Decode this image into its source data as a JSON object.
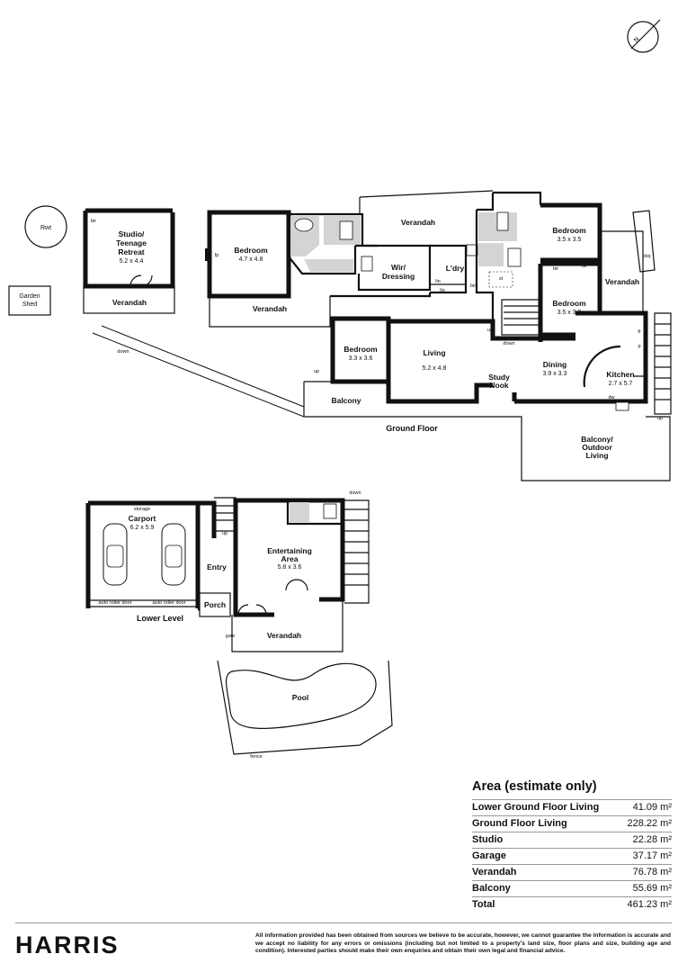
{
  "rooms": {
    "rwt": "Rwt",
    "garden_shed_1": "Garden",
    "garden_shed_2": "Shed",
    "studio_1": "Studio/",
    "studio_2": "Teenage",
    "studio_3": "Retreat",
    "studio_dim": "5.2 x 4.4",
    "studio_verandah": "Verandah",
    "bedroom_main": "Bedroom",
    "bedroom_main_dim": "4.7 x 4.8",
    "verandah_top": "Verandah",
    "verandah_mid": "Verandah",
    "verandah_right": "Verandah",
    "wir_1": "Wir/",
    "wir_2": "Dressing",
    "ldry": "L'dry",
    "bed_ne": "Bedroom",
    "bed_ne_dim": "3.5 x 3.5",
    "bed_e": "Bedroom",
    "bed_e_dim": "3.5 x 3.8",
    "bed_w": "Bedroom",
    "bed_w_dim": "3.3 x 3.6",
    "living": "Living",
    "living_dim": "5.2 x 4.8",
    "study_1": "Study",
    "study_2": "Nook",
    "dining": "Dining",
    "dining_dim": "3.9 x 3.3",
    "kitchen": "Kitchen",
    "kitchen_dim": "2.7 x 5.7",
    "balcony": "Balcony",
    "balcony_out_1": "Balcony/",
    "balcony_out_2": "Outdoor",
    "balcony_out_3": "Living",
    "carport": "Carport",
    "carport_dim": "6.2 x 5.9",
    "storage": "storage",
    "roller_1": "auto roller door",
    "roller_2": "auto roller door",
    "entry": "Entry",
    "porch": "Porch",
    "entertaining_1": "Entertaining",
    "entertaining_2": "Area",
    "entertaining_dim": "5.8 x 3.6",
    "verandah_lower": "Verandah",
    "pool": "Pool"
  },
  "annotations": {
    "fp": "fp",
    "bir_studio": "bir",
    "bir_1": "bir",
    "bir_2": "bir",
    "bir_3": "bir",
    "bbq": "bbq",
    "up_1": "up",
    "up_2": "up",
    "up_3": "up",
    "up_4": "up",
    "down_1": "down",
    "down_2": "down",
    "down_3": "down",
    "gate": "gate",
    "fence": "fence",
    "lin_1": "lin",
    "lin_2": "lin",
    "wm": "wm",
    "fr": "fr",
    "p": "p",
    "dw": "dw",
    "sl": "sl"
  },
  "floor_labels": {
    "ground": "Ground Floor",
    "lower": "Lower Level"
  },
  "compass": {
    "symbol": "N"
  },
  "area": {
    "title": "Area (estimate only)",
    "rows": [
      {
        "label": "Lower Ground Floor Living",
        "value": "41.09 m²"
      },
      {
        "label": "Ground Floor Living",
        "value": "228.22 m²"
      },
      {
        "label": "Studio",
        "value": "22.28 m²"
      },
      {
        "label": "Garage",
        "value": "37.17 m²"
      },
      {
        "label": "Verandah",
        "value": "76.78 m²"
      },
      {
        "label": "Balcony",
        "value": "55.69 m²"
      },
      {
        "label": "Total",
        "value": "461.23 m²"
      }
    ]
  },
  "brand": "HARRIS",
  "disclaimer": "All information provided has been obtained from sources we believe to be accurate, however, we cannot guarantee the information is accurate and we accept no liability for any errors or omissions (including but not limited to a property's land size, floor plans and size, building age and condition). Interested parties should make their own enquiries and obtain their own legal and financial advice."
}
